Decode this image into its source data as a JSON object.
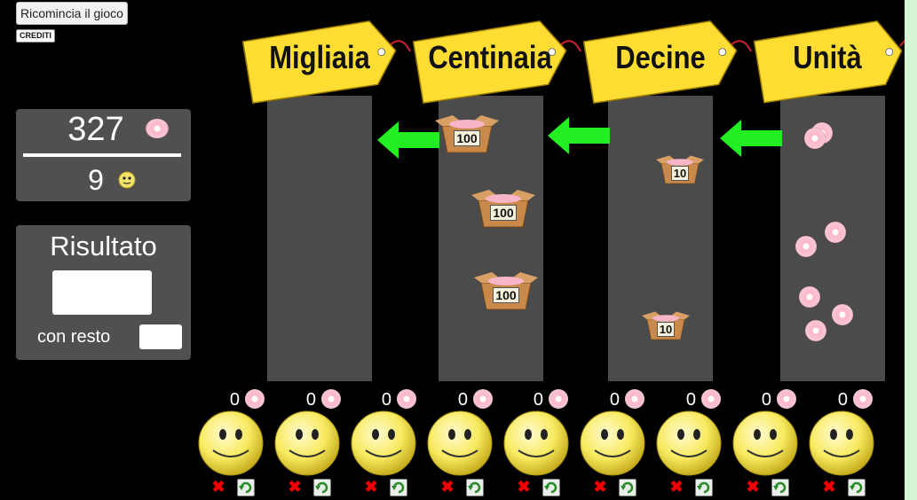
{
  "header": {
    "restart_label": "Ricomincia il gioco",
    "credits_label": "CREDITI"
  },
  "division": {
    "dividend": "327",
    "divisor": "9"
  },
  "result": {
    "title": "Risultato",
    "answer_value": "",
    "rest_label": "con resto",
    "rest_value": ""
  },
  "places": [
    {
      "id": "migliaia",
      "label": "Migliaia",
      "boxes": [],
      "loose_donuts": 0
    },
    {
      "id": "centinaia",
      "label": "Centinaia",
      "boxes": [
        "100",
        "100",
        "100"
      ],
      "loose_donuts": 0
    },
    {
      "id": "decine",
      "label": "Decine",
      "boxes": [
        "10",
        "10"
      ],
      "loose_donuts": 0
    },
    {
      "id": "unita",
      "label": "Unità",
      "boxes": [],
      "loose_donuts": 7
    }
  ],
  "players": [
    {
      "count": "0"
    },
    {
      "count": "0"
    },
    {
      "count": "0"
    },
    {
      "count": "0"
    },
    {
      "count": "0"
    },
    {
      "count": "0"
    },
    {
      "count": "0"
    },
    {
      "count": "0"
    },
    {
      "count": "0"
    }
  ],
  "colors": {
    "tag_fill": "#ffdd33",
    "arrow": "#22ee22",
    "column": "#4b4b4b",
    "panel": "#505050",
    "background": "#000000",
    "donut": "#f7c7d5"
  },
  "icons": {
    "donut": "donut-icon",
    "smiley": "smiley-icon",
    "remove": "red-x-icon",
    "undo": "undo-arrow-icon"
  }
}
